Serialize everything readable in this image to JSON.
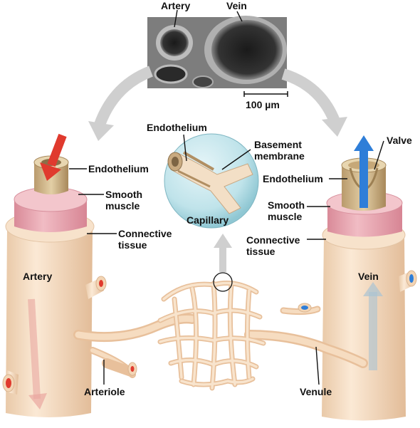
{
  "micrograph": {
    "artery_label": "Artery",
    "vein_label": "Vein",
    "scale_bar": "100 µm"
  },
  "artery_section": {
    "endothelium": "Endothelium",
    "smooth_muscle": "Smooth muscle",
    "connective_tissue": "Connective tissue",
    "vessel_label": "Artery"
  },
  "capillary_section": {
    "endothelium": "Endothelium",
    "basement_membrane": "Basement membrane",
    "capillary": "Capillary"
  },
  "vein_section": {
    "valve": "Valve",
    "endothelium": "Endothelium",
    "smooth_muscle": "Smooth muscle",
    "connective_tissue": "Connective tissue",
    "vessel_label": "Vein"
  },
  "network": {
    "arteriole": "Arteriole",
    "venule": "Venule"
  },
  "colors": {
    "tissue": "#f4dcc0",
    "muscle": "#e9a9b3",
    "artery_blood": "#e03a2e",
    "vein_blood": "#2f7ed8",
    "capillary_bg": "#bfe3ea"
  }
}
